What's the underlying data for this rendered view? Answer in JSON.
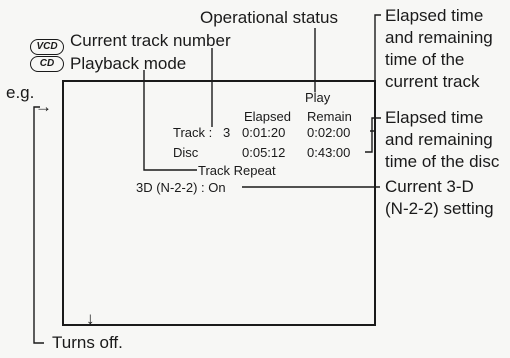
{
  "badges": {
    "vcd": "VCD",
    "cd": "CD"
  },
  "annotations": {
    "operational_status": "Operational status",
    "current_track_number": "Current track number",
    "playback_mode": "Playback mode",
    "example": "e.g.",
    "elapsed_track": [
      "Elapsed time",
      "and remaining",
      "time of the",
      "current track"
    ],
    "elapsed_disc": [
      "Elapsed time",
      "and remaining",
      "time of the disc"
    ],
    "current_3d": [
      "Current 3-D",
      "(N-2-2) setting"
    ],
    "turns_off": "Turns off."
  },
  "screen": {
    "play": "Play",
    "col_elapsed": "Elapsed",
    "col_remain": "Remain",
    "track_label": "Track :",
    "track_number": "3",
    "track_elapsed": "0:01:20",
    "track_remain": "0:02:00",
    "disc_label": "Disc",
    "disc_elapsed": "0:05:12",
    "disc_remain": "0:43:00",
    "mode": "Track Repeat",
    "setting_3d": "3D (N-2-2) : On"
  },
  "arrows": {
    "right": "→",
    "down": "↓"
  }
}
